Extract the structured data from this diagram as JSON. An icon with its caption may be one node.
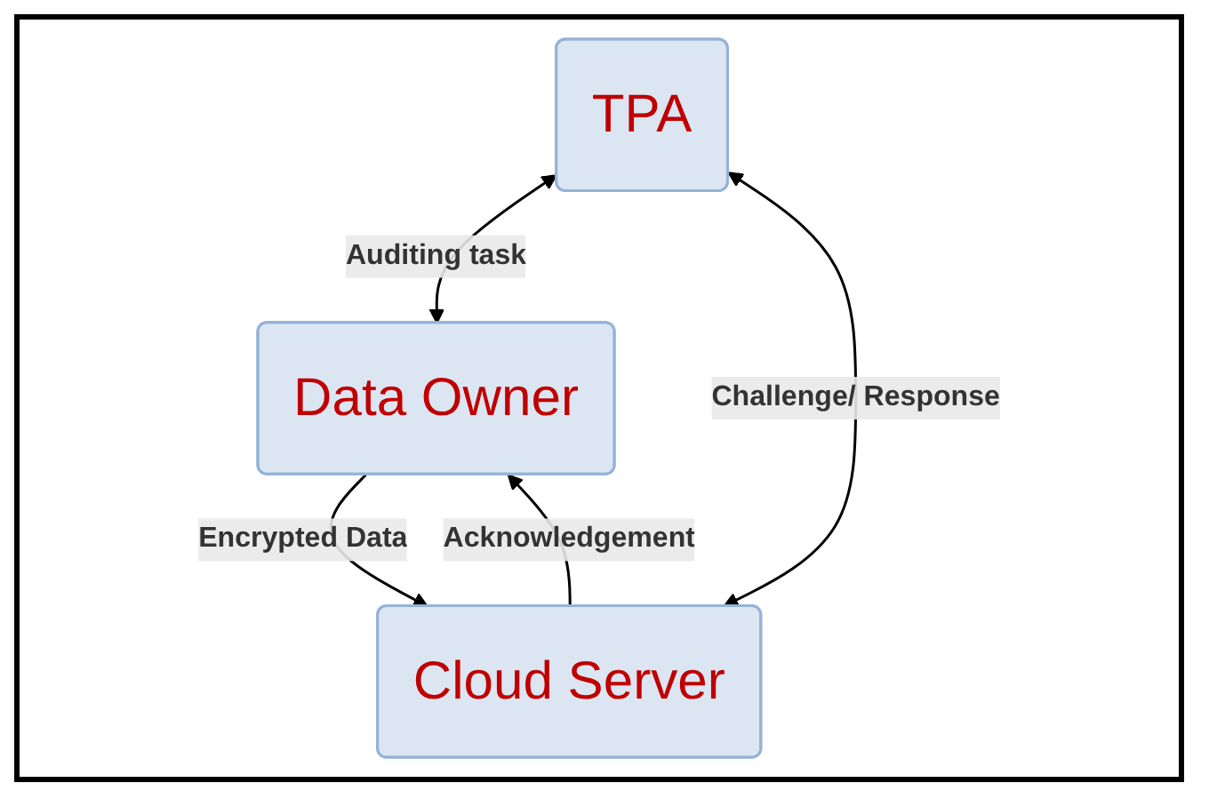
{
  "diagram": {
    "nodes": [
      {
        "text": [
          "TPA"
        ]
      },
      {
        "text": [
          "Data Owner"
        ]
      },
      {
        "text": [
          "Cloud Server"
        ]
      }
    ],
    "edges": [
      {
        "from": 1,
        "to": 0,
        "arrow": "both",
        "label": "Auditing task"
      },
      {
        "from": 0,
        "to": 2,
        "arrow": "both",
        "label": "Challenge/ Response"
      },
      {
        "from": 1,
        "to": 2,
        "arrow": "to",
        "label": "Encrypted Data"
      },
      {
        "from": 2,
        "to": 1,
        "arrow": "to",
        "label": "Acknowledgement"
      }
    ]
  }
}
